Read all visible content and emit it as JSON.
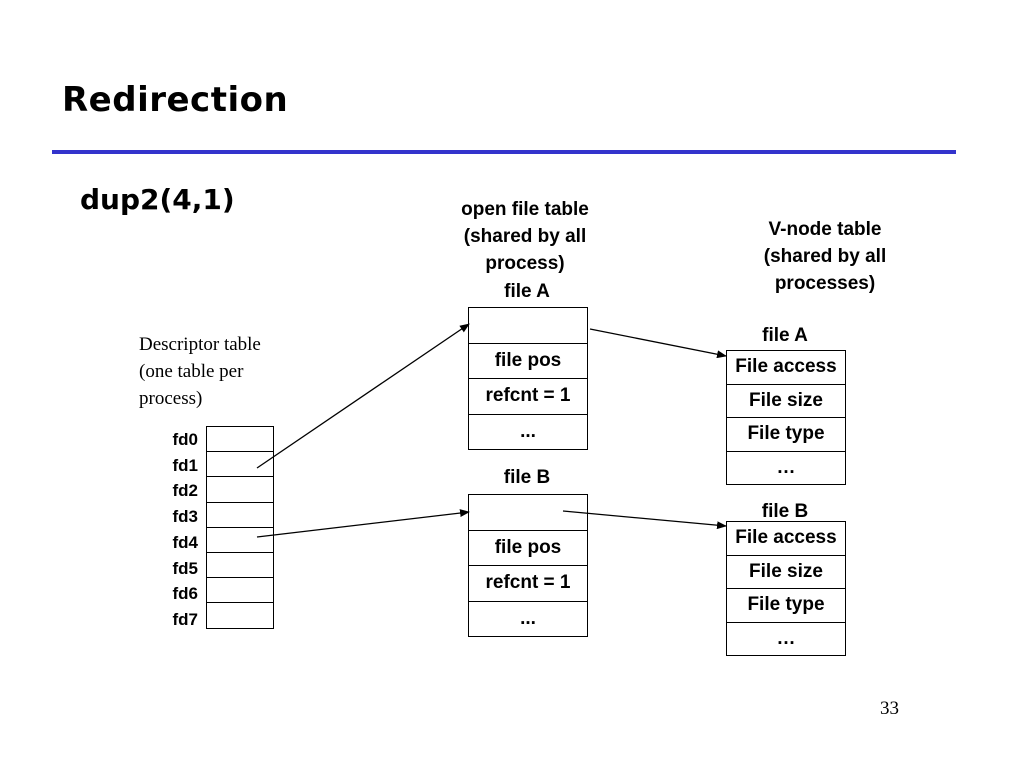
{
  "slide": {
    "title": "Redirection",
    "subtitle": "dup2(4,1)",
    "page_number": "33",
    "accent_color": "#3333cc"
  },
  "descriptor_table": {
    "caption": [
      "Descriptor table",
      "(one table per",
      "process)"
    ],
    "labels": [
      "fd0",
      "fd1",
      "fd2",
      "fd3",
      "fd4",
      "fd5",
      "fd6",
      "fd7"
    ]
  },
  "open_file_table": {
    "caption": [
      "open file table",
      "(shared by all",
      "process)"
    ],
    "entries": [
      {
        "label": "file A",
        "rows": [
          "",
          "file pos",
          "refcnt = 1",
          "..."
        ]
      },
      {
        "label": "file B",
        "rows": [
          "",
          "file pos",
          "refcnt = 1",
          "..."
        ]
      }
    ]
  },
  "vnode_table": {
    "caption": [
      "V-node table",
      "(shared by all",
      "processes)"
    ],
    "entries": [
      {
        "label": "file A",
        "rows": [
          "File access",
          "File size",
          "File type",
          "…"
        ]
      },
      {
        "label": "file B",
        "rows": [
          "File access",
          "File size",
          "File type",
          "…"
        ]
      }
    ]
  },
  "arrows": [
    {
      "from": "fd1",
      "to": "open file table: file A"
    },
    {
      "from": "fd4",
      "to": "open file table: file B"
    },
    {
      "from": "open file table: file A",
      "to": "V-node table: file A"
    },
    {
      "from": "open file table: file B",
      "to": "V-node table: file B"
    }
  ]
}
